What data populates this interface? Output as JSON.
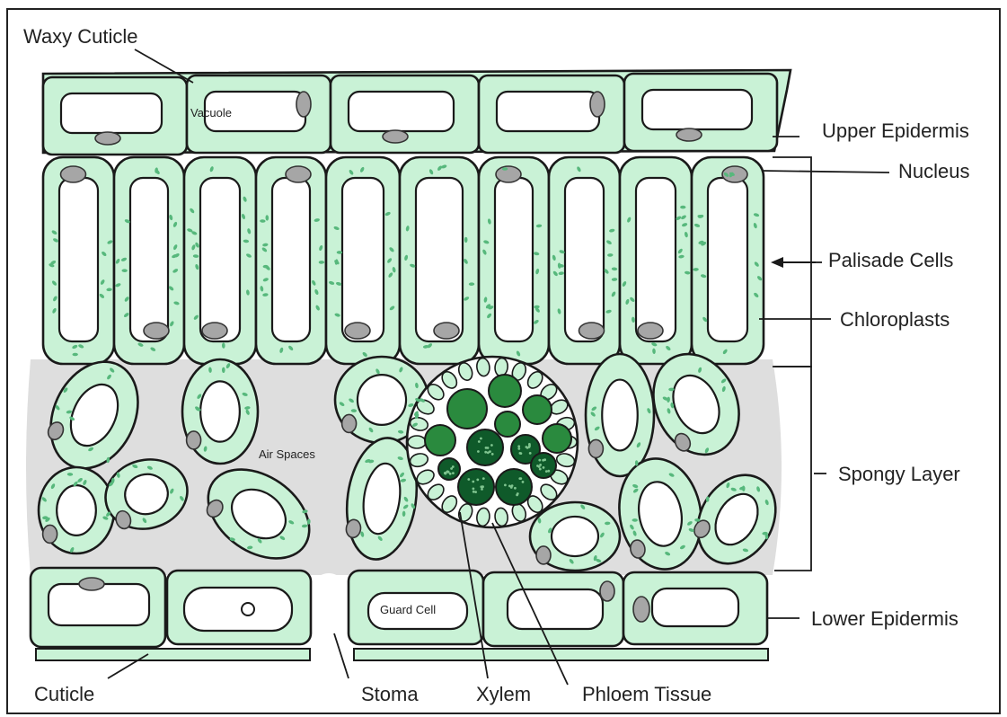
{
  "labels": {
    "waxy_cuticle": "Waxy Cuticle",
    "upper_epidermis": "Upper Epidermis",
    "nucleus": "Nucleus",
    "palisade_cells": "Palisade Cells",
    "chloroplasts": "Chloroplasts",
    "spongy_layer": "Spongy Layer",
    "lower_epidermis": "Lower Epidermis",
    "cuticle": "Cuticle",
    "stoma": "Stoma",
    "xylem": "Xylem",
    "phloem_tissue": "Phloem Tissue",
    "vacuole": "Vacuole",
    "air_spaces": "Air Spaces",
    "guard_cell": "Guard Cell"
  },
  "colors": {
    "cell_fill": "#c9f2d6",
    "chloroplast": "#57b87c",
    "nucleus": "#a6a6a6",
    "air_space": "#dedede",
    "xylem_dark": "#0f5a2a",
    "phloem_green": "#2a8a3e",
    "outline": "#1a1a1a"
  }
}
